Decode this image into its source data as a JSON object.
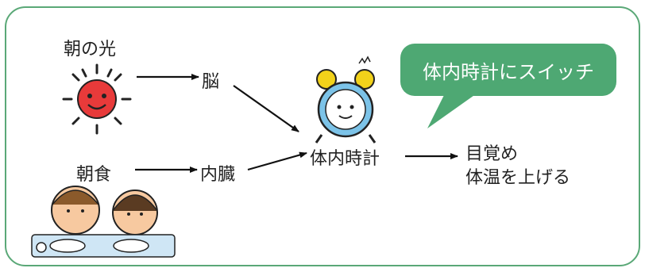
{
  "labels": {
    "morning_light": "朝の光",
    "brain": "脳",
    "breakfast": "朝食",
    "internal_organs": "内臓",
    "body_clock": "体内時計",
    "wake_up": "目覚め",
    "raise_temp": "体温を上げる"
  },
  "bubble": {
    "text": "体内時計にスイッチ"
  },
  "colors": {
    "frame": "#5aa877",
    "bubble": "#4ea873",
    "sun": "#e83a3a",
    "clock": "#7cc3e8",
    "arrow": "#111111"
  },
  "icons": [
    "sun-icon",
    "alarm-clock-icon",
    "children-eating-icon"
  ]
}
